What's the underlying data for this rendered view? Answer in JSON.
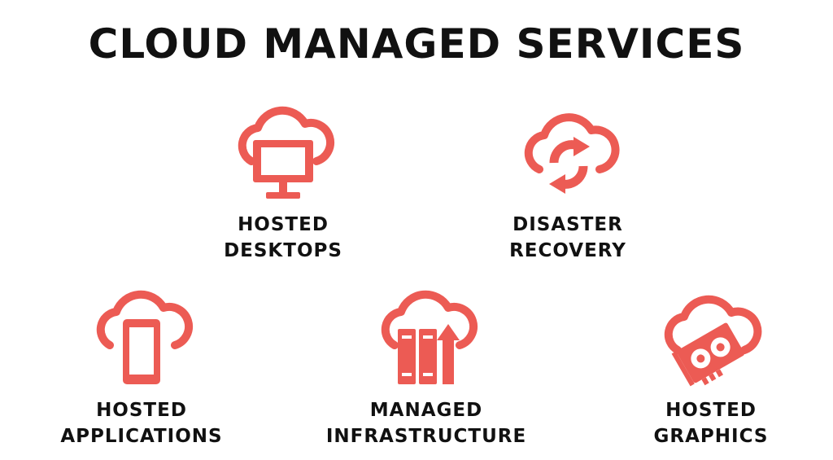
{
  "title": "CLOUD MANAGED SERVICES",
  "accent_color": "#ec5b54",
  "services": [
    {
      "line1": "HOSTED",
      "line2": "DESKTOPS",
      "icon": "cloud-monitor-icon"
    },
    {
      "line1": "DISASTER",
      "line2": "RECOVERY",
      "icon": "cloud-sync-icon"
    },
    {
      "line1": "HOSTED",
      "line2": "APPLICATIONS",
      "icon": "cloud-mobile-icon"
    },
    {
      "line1": "MANAGED",
      "line2": "INFRASTRUCTURE",
      "icon": "cloud-server-upload-icon"
    },
    {
      "line1": "HOSTED",
      "line2": "GRAPHICS",
      "icon": "cloud-graphics-card-icon"
    }
  ]
}
